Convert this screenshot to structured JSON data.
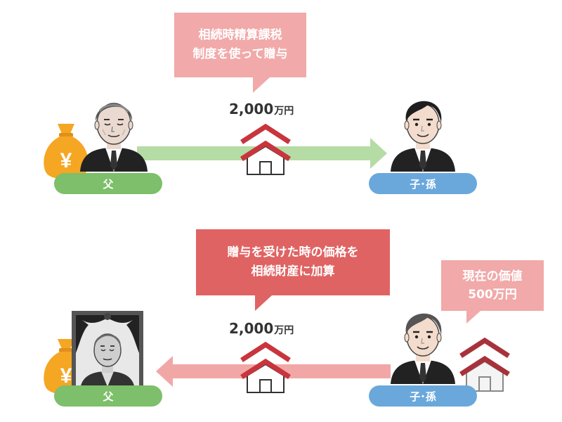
{
  "top": {
    "bubble_line1": "相続時精算課税",
    "bubble_line2": "制度を使って贈与",
    "price_amount": "2,000",
    "price_unit": "万円",
    "left_label": "父",
    "right_label": "子･孫",
    "money_bag_symbol": "¥"
  },
  "bottom": {
    "bubble_line1": "贈与を受けた時の価格を",
    "bubble_line2": "相続財産に加算",
    "price_amount": "2,000",
    "price_unit": "万円",
    "current_line1": "現在の価値",
    "current_line2_amount": "500",
    "current_line2_unit": "万円",
    "left_label": "父",
    "right_label": "子･孫",
    "money_bag_symbol": "¥"
  },
  "colors": {
    "pink_bubble": "#f1a9a9",
    "red_bubble": "#e06363",
    "green_arrow": "#b5dca5",
    "pink_arrow": "#f2a7a7",
    "green_label": "#7dbf6a",
    "blue_label": "#6aa8dc",
    "house_red": "#c9353d",
    "house_dark_red": "#a8323a",
    "bag_orange": "#f5a623"
  }
}
